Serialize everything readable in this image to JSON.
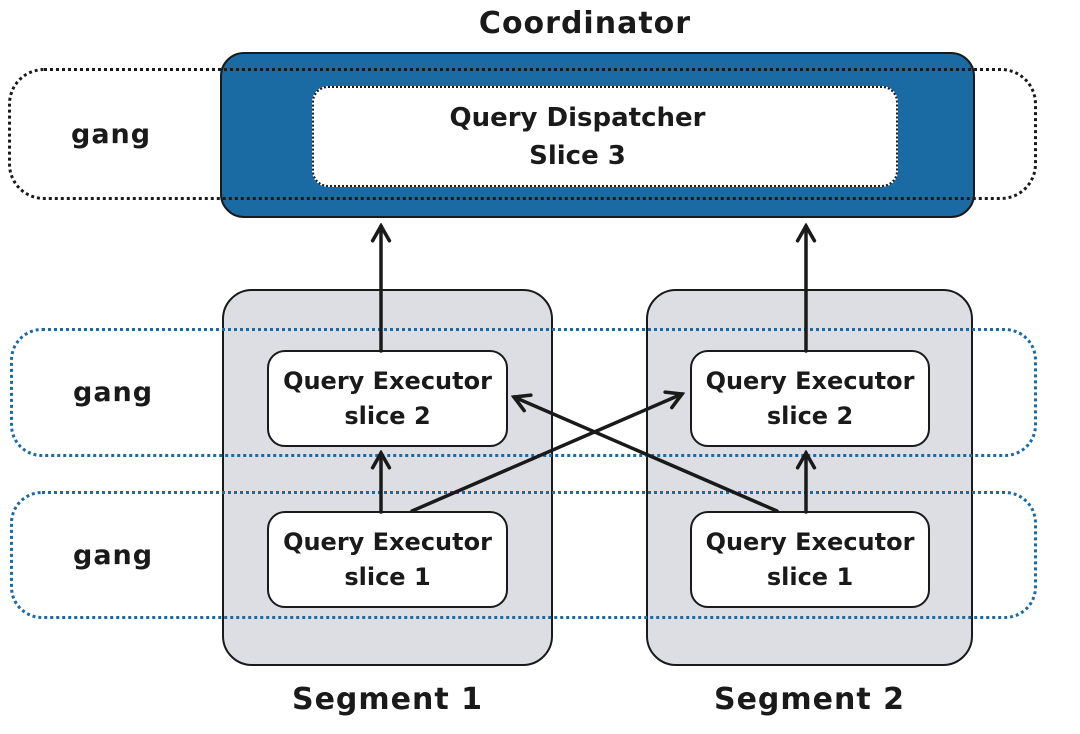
{
  "title": "Coordinator",
  "colors": {
    "coordinator_fill": "#1a6aa3",
    "segment_fill": "#dcdee3",
    "stroke": "#1a1a1a",
    "gang_dotted_blue": "#1a6aa3",
    "gang_dotted_black": "#1a1a1a"
  },
  "coordinator": {
    "dispatcher": {
      "line1": "Query Dispatcher",
      "line2": "Slice 3"
    }
  },
  "gangs": [
    {
      "label": "gang"
    },
    {
      "label": "gang"
    },
    {
      "label": "gang"
    }
  ],
  "segments": [
    {
      "label": "Segment 1",
      "executors": [
        {
          "line1": "Query Executor",
          "line2": "slice 2"
        },
        {
          "line1": "Query Executor",
          "line2": "slice 1"
        }
      ]
    },
    {
      "label": "Segment 2",
      "executors": [
        {
          "line1": "Query Executor",
          "line2": "slice 2"
        },
        {
          "line1": "Query Executor",
          "line2": "slice 1"
        }
      ]
    }
  ]
}
